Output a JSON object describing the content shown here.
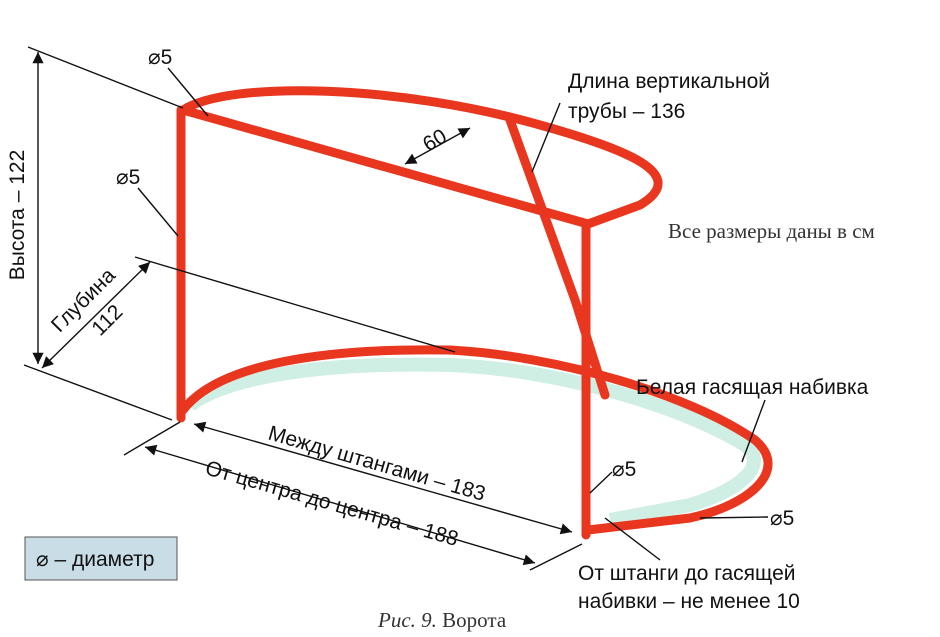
{
  "labels": {
    "top_diameter": "⌀5",
    "vertical_tube": [
      "Длина вертикальной",
      "трубы – 136"
    ],
    "depth_60": "60",
    "units_note": "Все размеры даны в см",
    "post_diameter": "⌀5",
    "height": "Высота – 122",
    "depth": [
      "Глубина",
      "112"
    ],
    "white_padding": "Белая гасящая набивка",
    "right_post_diameter": "⌀5",
    "base_diameter": "⌀5",
    "between_posts": "Между штангами – 183",
    "center_to_center": "От центра до центра – 188",
    "post_to_padding": [
      "От штанги до гасящей",
      "набивки – не менее 10"
    ],
    "legend": "⌀ – диаметр",
    "caption_prefix": "Рис. 9.",
    "caption": "Ворота"
  },
  "colors": {
    "frame": "#e8361f",
    "padding": "#cfeee4",
    "legend_bg": "#c9dde6"
  }
}
